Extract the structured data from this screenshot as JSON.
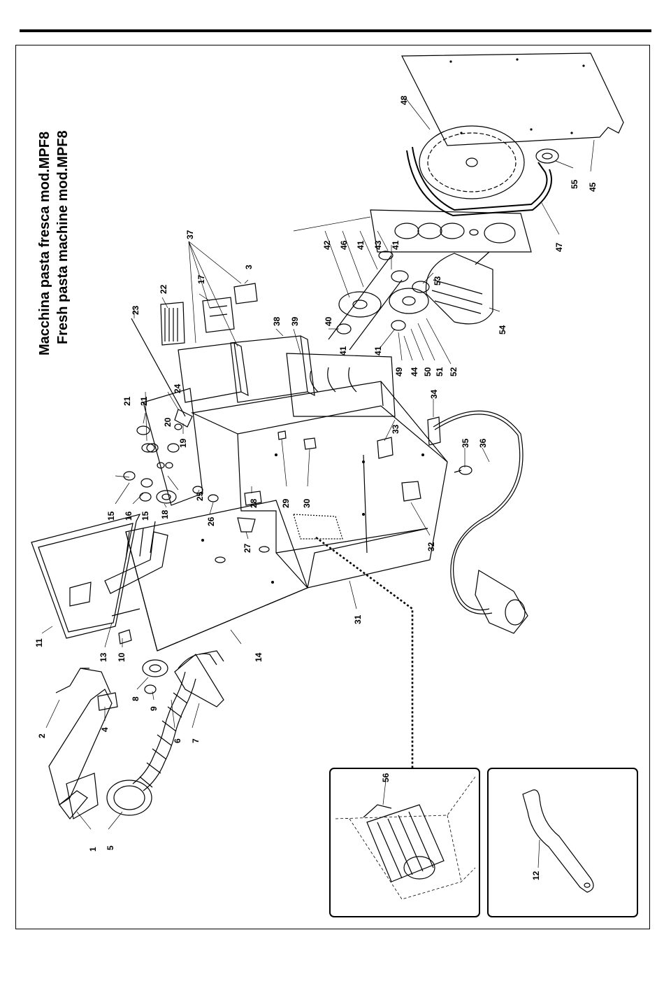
{
  "title": {
    "line1": "Macchina pasta fresca mod.MPF8",
    "line2": "Fresh pasta machine mod.MPF8"
  },
  "labels": {
    "p1": "1",
    "p2": "2",
    "p3": "3",
    "p4": "4",
    "p5": "5",
    "p6": "6",
    "p7": "7",
    "p8": "8",
    "p9": "9",
    "p10": "10",
    "p11": "11",
    "p12": "12",
    "p13": "13",
    "p14": "14",
    "p15a": "15",
    "p15b": "15",
    "p16": "16",
    "p17": "17",
    "p18": "18",
    "p19": "19",
    "p20": "20",
    "p21a": "21",
    "p21b": "21",
    "p22": "22",
    "p23": "23",
    "p24": "24",
    "p25": "25",
    "p26": "26",
    "p27": "27",
    "p28": "28",
    "p29": "29",
    "p30": "30",
    "p31": "31",
    "p32": "32",
    "p33": "33",
    "p34": "34",
    "p35": "35",
    "p36": "36",
    "p37": "37",
    "p38": "38",
    "p39": "39",
    "p40": "40",
    "p41a": "41",
    "p41b": "41",
    "p41c": "41",
    "p41d": "41",
    "p42": "42",
    "p43": "43",
    "p44": "44",
    "p45": "45",
    "p46": "46",
    "p47": "47",
    "p48": "48",
    "p49": "49",
    "p50": "50",
    "p51": "51",
    "p52": "52",
    "p53": "53",
    "p54": "54",
    "p55": "55",
    "p56": "56"
  }
}
